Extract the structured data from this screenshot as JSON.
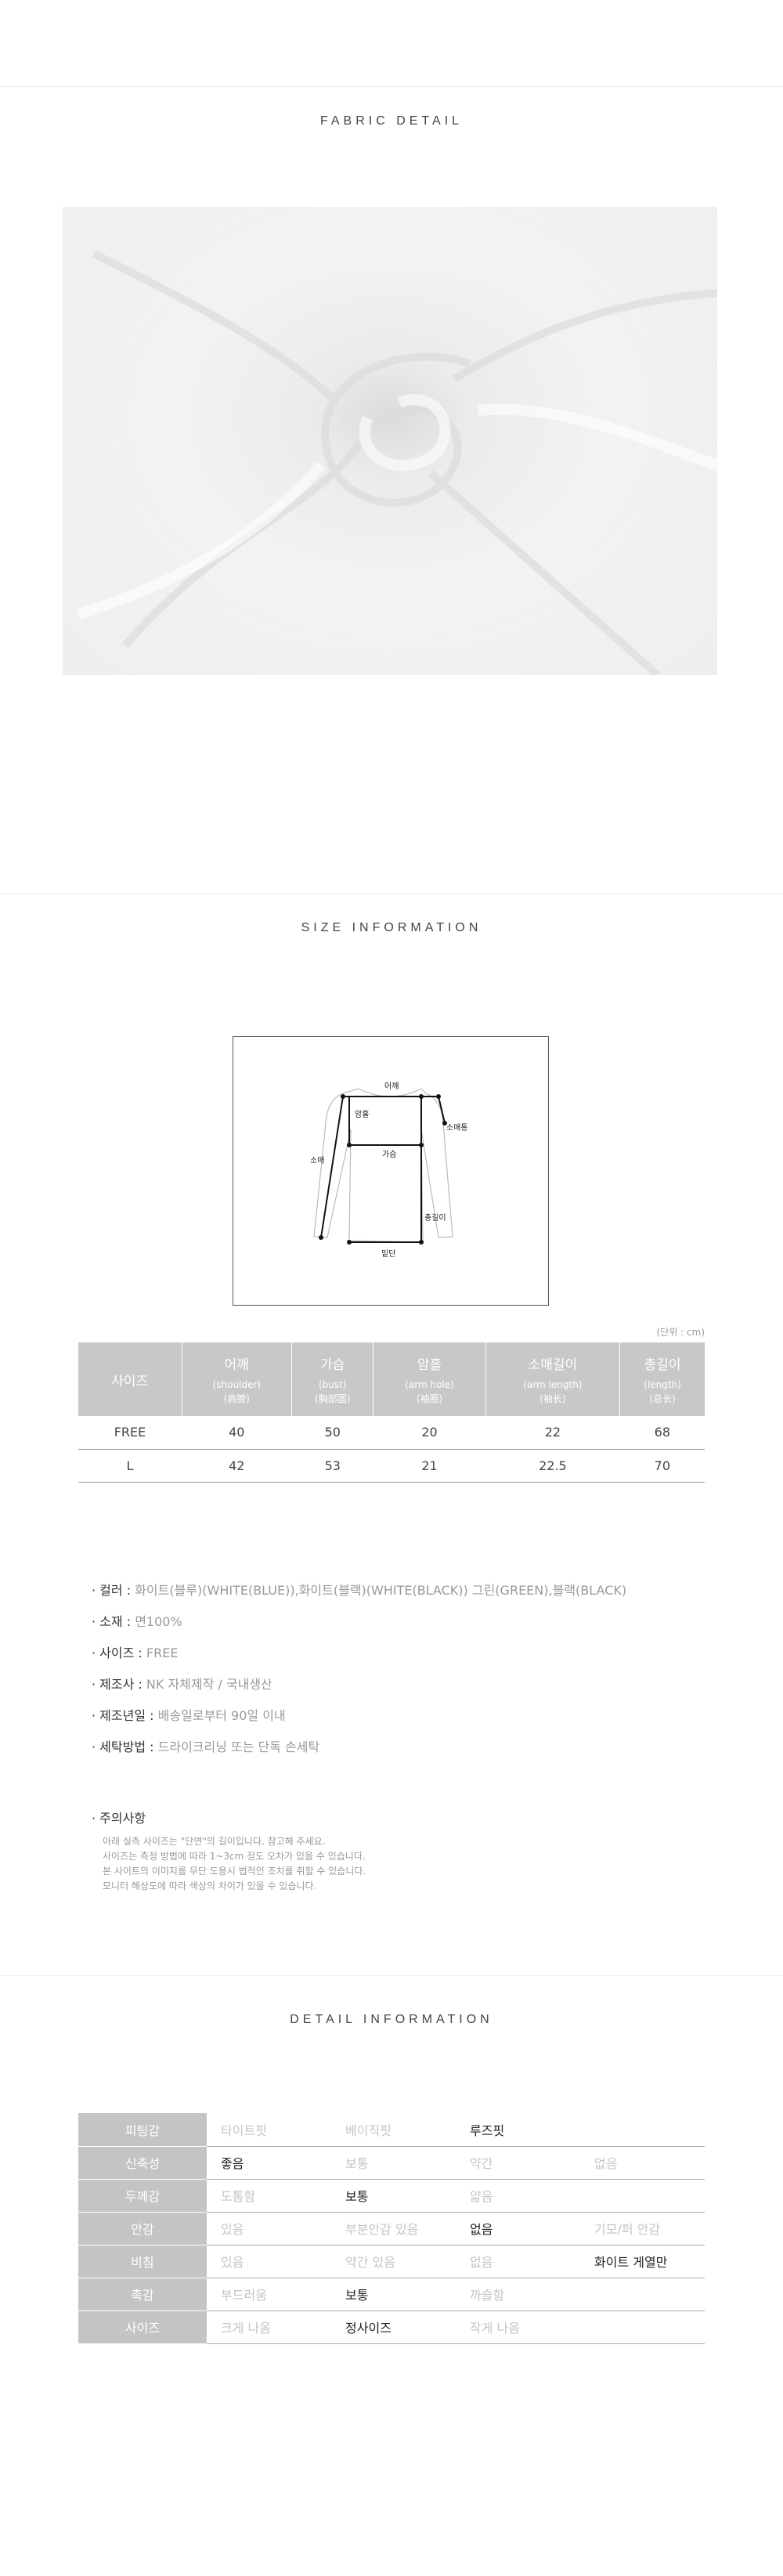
{
  "sections": {
    "fabric_title": "FABRIC DETAIL",
    "size_title": "SIZE INFORMATION",
    "detail_title": "DETAIL INFORMATION"
  },
  "diagram": {
    "shoulder": "어깨",
    "armhole": "암홀",
    "sleeve_hem": "소매통",
    "sleeve": "소매",
    "chest": "가슴",
    "length": "총길이",
    "hem": "밑단"
  },
  "size_table": {
    "unit": "(단위 : cm)",
    "headers": [
      {
        "ko": "사이즈",
        "en": "",
        "zh": ""
      },
      {
        "ko": "어깨",
        "en": "(shoulder)",
        "zh": "(肩膀)"
      },
      {
        "ko": "가슴",
        "en": "(bust)",
        "zh": "(胸部圍)"
      },
      {
        "ko": "암홀",
        "en": "(arm hole)",
        "zh": "(袖圈)"
      },
      {
        "ko": "소매길이",
        "en": "(arm length)",
        "zh": "(袖长)"
      },
      {
        "ko": "총길이",
        "en": "(length)",
        "zh": "(总长)"
      }
    ],
    "rows": [
      [
        "FREE",
        "40",
        "50",
        "20",
        "22",
        "68"
      ],
      [
        "L",
        "42",
        "53",
        "21",
        "22.5",
        "70"
      ]
    ]
  },
  "specs": [
    {
      "key": "· 컬러 : ",
      "value": "화이트(블루)(WHITE(BLUE)),화이트(블랙)(WHITE(BLACK)) 그린(GREEN),블랙(BLACK)"
    },
    {
      "key": "· 소재 : ",
      "value": "면100%"
    },
    {
      "key": "· 사이즈 : ",
      "value": "FREE"
    },
    {
      "key": "· 제조사 : ",
      "value": "NK 자체제작 / 국내생산"
    },
    {
      "key": "· 제조년일 : ",
      "value": "배송일로부터 90일 이내"
    },
    {
      "key": "· 세탁방법 : ",
      "value": "드라이크리닝 또는 단독 손세탁"
    }
  ],
  "notice": {
    "title": "· 주의사항",
    "lines": [
      "아래 실측 사이즈는 \"단면\"의 길이입니다. 참고해 주세요.",
      "사이즈는 측정 방법에 따라 1~3cm 정도 오차가 있을 수 있습니다.",
      "본 사이트의 이미지를 무단 도용시 법적인 조치를 취할 수 있습니다.",
      "모니터 해상도에 따라 색상의 차이가 있을 수 있습니다."
    ]
  },
  "detail_table": [
    {
      "label": "피팅감",
      "options": [
        "타이트핏",
        "베이직핏",
        "루즈핏",
        ""
      ],
      "selected": 2
    },
    {
      "label": "신축성",
      "options": [
        "좋음",
        "보통",
        "약간",
        "없음"
      ],
      "selected": 0
    },
    {
      "label": "두께감",
      "options": [
        "도톰함",
        "보통",
        "얇음",
        ""
      ],
      "selected": 1
    },
    {
      "label": "안감",
      "options": [
        "있음",
        "부분안감 있음",
        "없음",
        "기모/퍼 안감"
      ],
      "selected": 2
    },
    {
      "label": "비침",
      "options": [
        "있음",
        "약간 있음",
        "없음",
        "화이트 게열만"
      ],
      "selected": 3
    },
    {
      "label": "촉감",
      "options": [
        "부드러움",
        "보통",
        "까슬함",
        ""
      ],
      "selected": 1
    },
    {
      "label": "사이즈",
      "options": [
        "크게 나옴",
        "정사이즈",
        "작게 나옴",
        ""
      ],
      "selected": 1
    }
  ]
}
